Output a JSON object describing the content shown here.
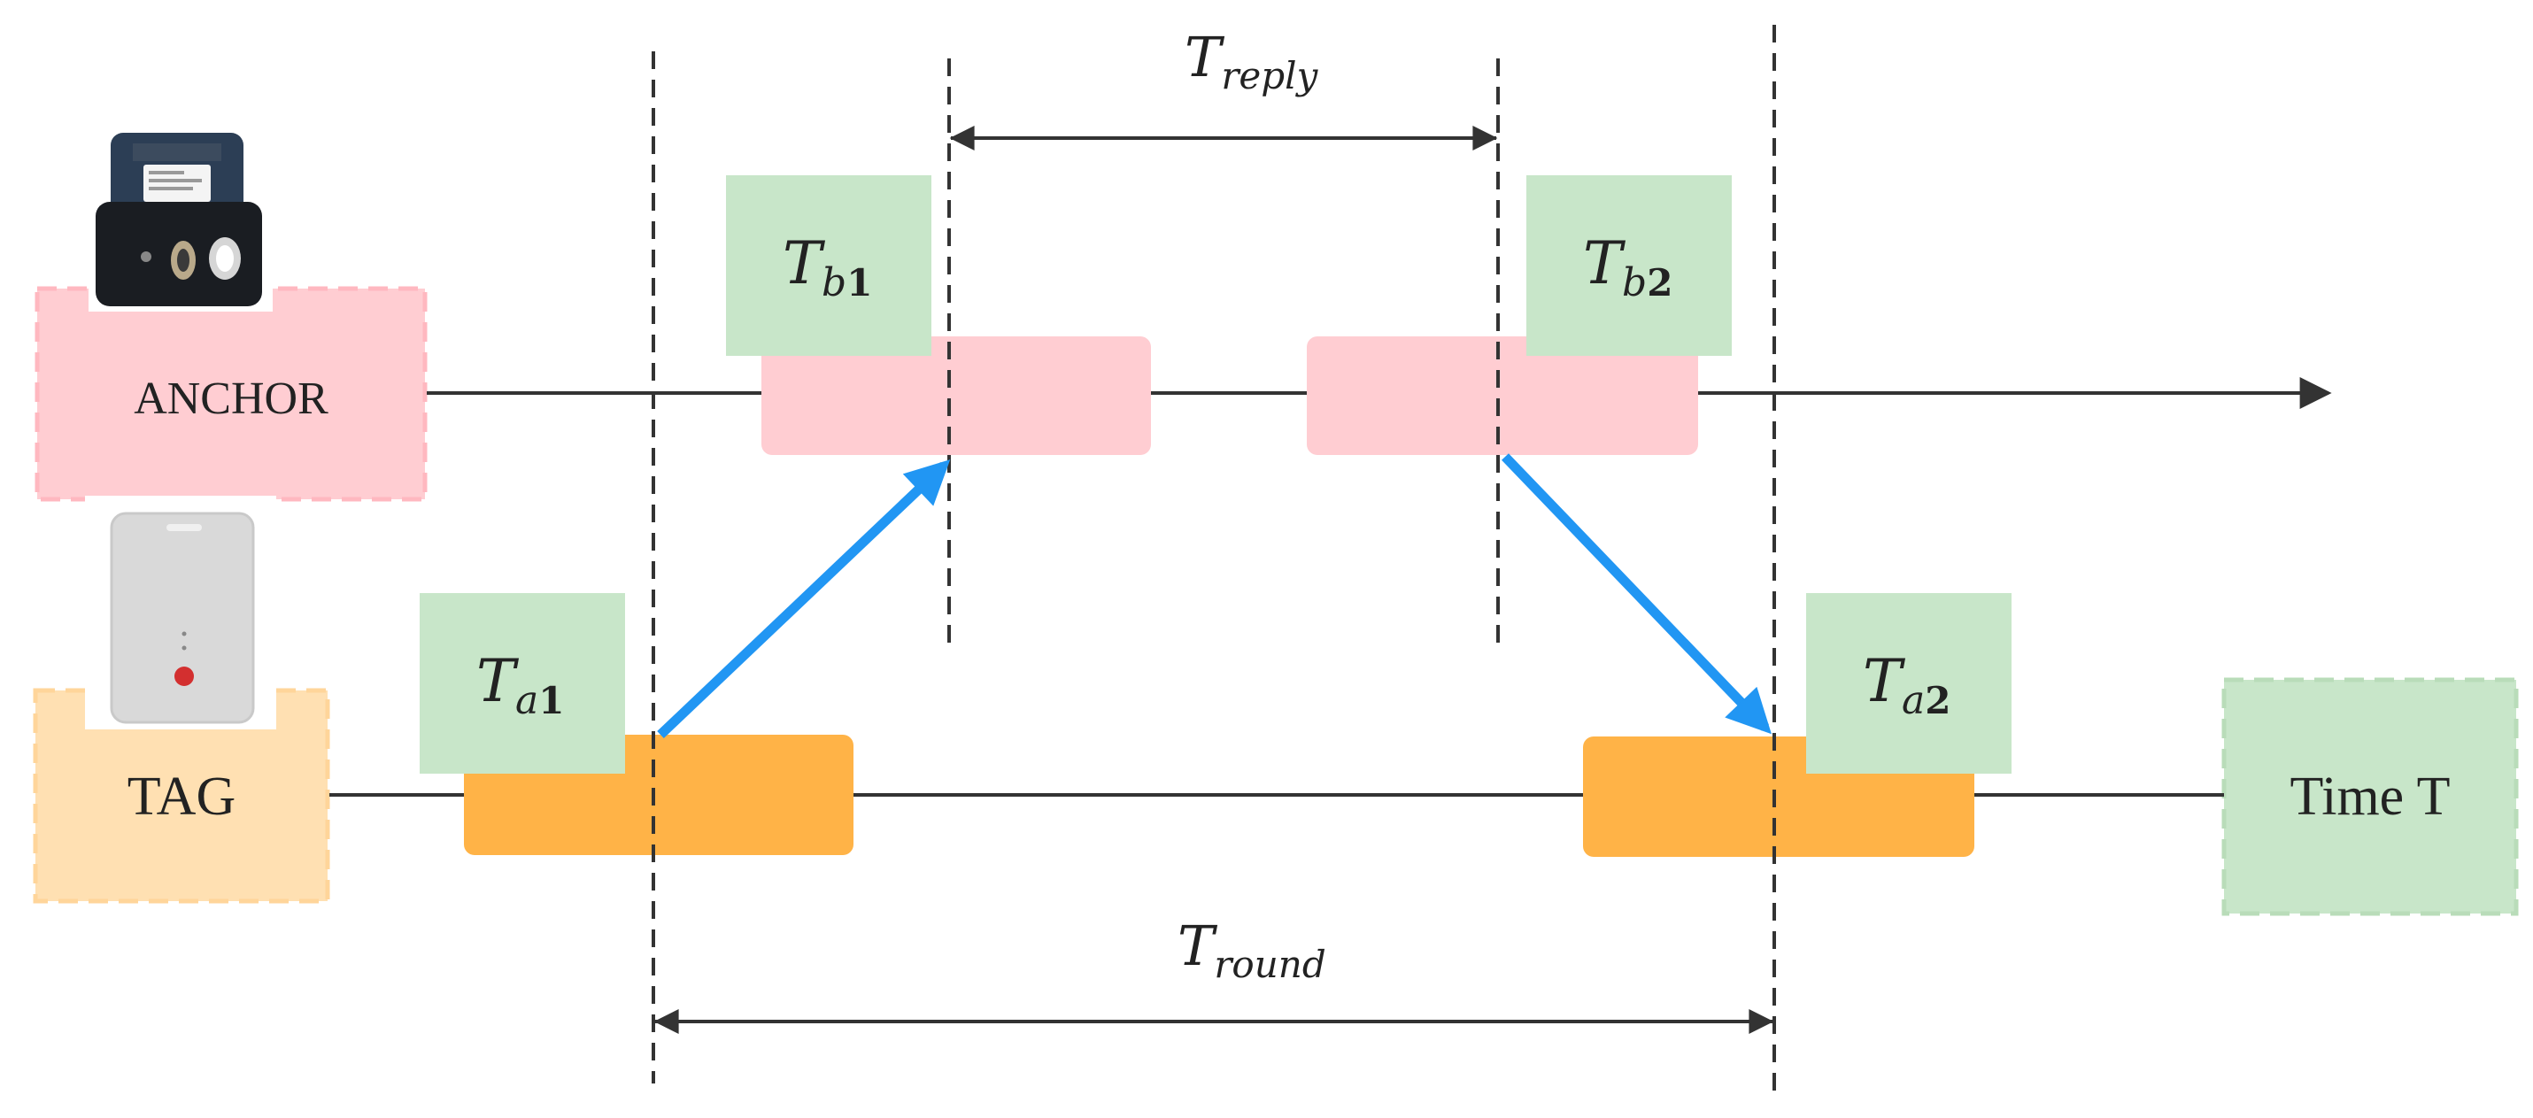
{
  "lanes": {
    "anchor_label": "ANCHOR",
    "tag_label": "TAG",
    "time_label": "Time T"
  },
  "timestamps": {
    "tb1": {
      "main": "T",
      "sub": "b",
      "num": "1"
    },
    "tb2": {
      "main": "T",
      "sub": "b",
      "num": "2"
    },
    "ta1": {
      "main": "T",
      "sub": "a",
      "num": "1"
    },
    "ta2": {
      "main": "T",
      "sub": "a",
      "num": "2"
    }
  },
  "intervals": {
    "reply": {
      "main": "T",
      "sub": "reply"
    },
    "round": {
      "main": "T",
      "sub": "round"
    }
  },
  "colors": {
    "anchor_fill": "#ffcdd2",
    "tag_fill": "#ffe0b2",
    "tag_block": "#ffb347",
    "timestamp_fill": "#c8e6c9",
    "message_arrow": "#2196f3",
    "line": "#333333"
  },
  "devices": {
    "anchor_icon": "uwb-anchor-device-icon",
    "tag_icon": "uwb-tag-card-icon"
  }
}
